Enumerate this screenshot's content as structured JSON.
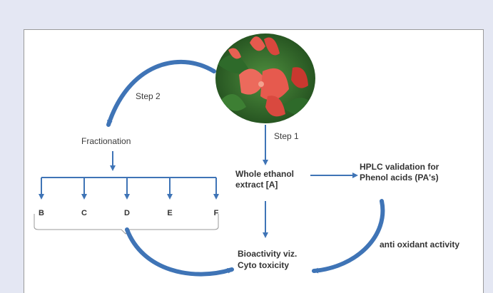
{
  "diagram": {
    "step1": "Step 1",
    "step2": "Step 2",
    "fractionation": "Fractionation",
    "extract_line1": "Whole ethanol",
    "extract_line2": "extract [A]",
    "hplc_line1": "HPLC validation for",
    "hplc_line2": "Phenol acids (PA's)",
    "antioxidant": "anti oxidant activity",
    "bio_line1": "Bioactivity viz.",
    "bio_line2": "Cyto toxicity",
    "fractions": [
      "B",
      "C",
      "D",
      "E",
      "F"
    ],
    "colors": {
      "arrow": "#3f74b6",
      "background": "#e4e7f3",
      "flower": "#e65a4e",
      "leaf": "#3f7a35"
    }
  }
}
